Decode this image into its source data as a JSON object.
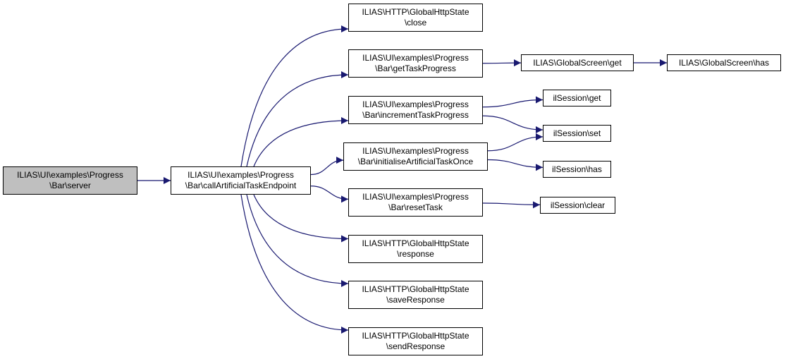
{
  "colors": {
    "edge": "#191970",
    "root_fill": "#bfbfbf",
    "node_fill": "#ffffff",
    "border": "#000000"
  },
  "nodes": {
    "server": {
      "lines": [
        "ILIAS\\UI\\examples\\Progress",
        "\\Bar\\server"
      ]
    },
    "callArtificialTaskEndpoint": {
      "lines": [
        "ILIAS\\UI\\examples\\Progress",
        "\\Bar\\callArtificialTaskEndpoint"
      ]
    },
    "close": {
      "lines": [
        "ILIAS\\HTTP\\GlobalHttpState",
        "\\close"
      ]
    },
    "getTaskProgress": {
      "lines": [
        "ILIAS\\UI\\examples\\Progress",
        "\\Bar\\getTaskProgress"
      ]
    },
    "incrementTaskProgress": {
      "lines": [
        "ILIAS\\UI\\examples\\Progress",
        "\\Bar\\incrementTaskProgress"
      ]
    },
    "initialiseArtificialTaskOnce": {
      "lines": [
        "ILIAS\\UI\\examples\\Progress",
        "\\Bar\\initialiseArtificialTaskOnce"
      ]
    },
    "resetTask": {
      "lines": [
        "ILIAS\\UI\\examples\\Progress",
        "\\Bar\\resetTask"
      ]
    },
    "response": {
      "lines": [
        "ILIAS\\HTTP\\GlobalHttpState",
        "\\response"
      ]
    },
    "saveResponse": {
      "lines": [
        "ILIAS\\HTTP\\GlobalHttpState",
        "\\saveResponse"
      ]
    },
    "sendResponse": {
      "lines": [
        "ILIAS\\HTTP\\GlobalHttpState",
        "\\sendResponse"
      ]
    },
    "gsGet": {
      "lines": [
        "ILIAS\\GlobalScreen\\get"
      ]
    },
    "gsHas": {
      "lines": [
        "ILIAS\\GlobalScreen\\has"
      ]
    },
    "sessGet": {
      "lines": [
        "ilSession\\get"
      ]
    },
    "sessSet": {
      "lines": [
        "ilSession\\set"
      ]
    },
    "sessHas": {
      "lines": [
        "ilSession\\has"
      ]
    },
    "sessClear": {
      "lines": [
        "ilSession\\clear"
      ]
    }
  },
  "edges": [
    [
      "server",
      "callArtificialTaskEndpoint"
    ],
    [
      "callArtificialTaskEndpoint",
      "close"
    ],
    [
      "callArtificialTaskEndpoint",
      "getTaskProgress"
    ],
    [
      "callArtificialTaskEndpoint",
      "incrementTaskProgress"
    ],
    [
      "callArtificialTaskEndpoint",
      "initialiseArtificialTaskOnce"
    ],
    [
      "callArtificialTaskEndpoint",
      "resetTask"
    ],
    [
      "callArtificialTaskEndpoint",
      "response"
    ],
    [
      "callArtificialTaskEndpoint",
      "saveResponse"
    ],
    [
      "callArtificialTaskEndpoint",
      "sendResponse"
    ],
    [
      "getTaskProgress",
      "gsGet"
    ],
    [
      "gsGet",
      "gsHas"
    ],
    [
      "incrementTaskProgress",
      "sessGet"
    ],
    [
      "incrementTaskProgress",
      "sessSet"
    ],
    [
      "initialiseArtificialTaskOnce",
      "sessSet"
    ],
    [
      "initialiseArtificialTaskOnce",
      "sessHas"
    ],
    [
      "resetTask",
      "sessClear"
    ]
  ]
}
